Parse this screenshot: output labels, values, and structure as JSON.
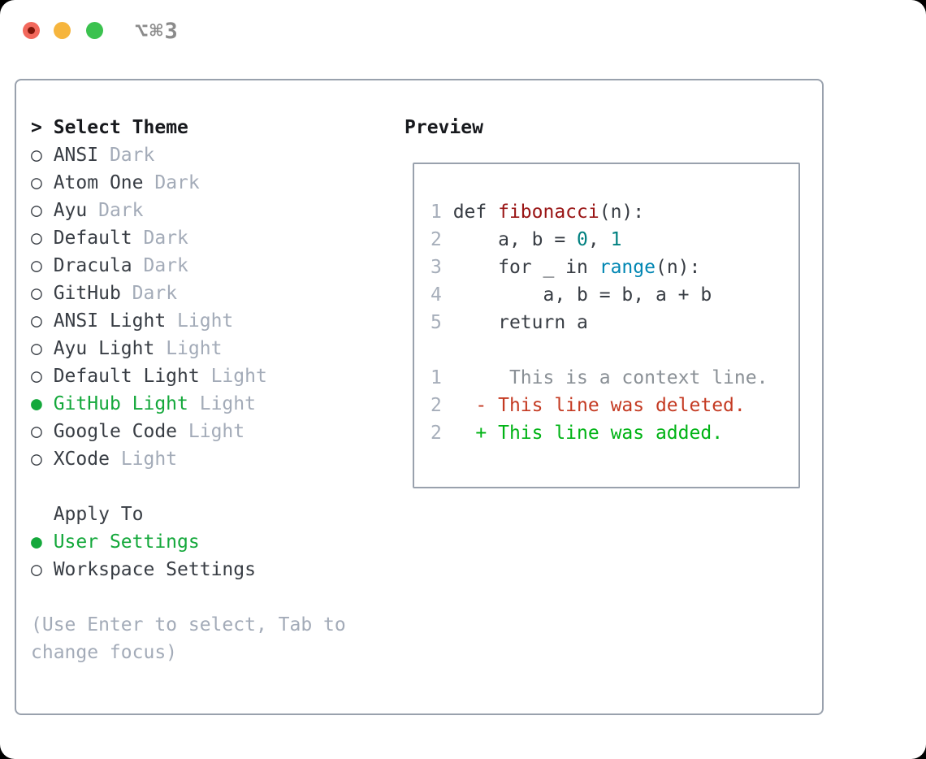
{
  "window": {
    "title": "⌥⌘3",
    "traffic_lights": [
      "close",
      "minimize",
      "zoom"
    ]
  },
  "theme_selector": {
    "heading_prefix": ">",
    "heading": "Select Theme",
    "items": [
      {
        "name": "ANSI",
        "variant": "Dark",
        "selected": false
      },
      {
        "name": "Atom One",
        "variant": "Dark",
        "selected": false
      },
      {
        "name": "Ayu",
        "variant": "Dark",
        "selected": false
      },
      {
        "name": "Default",
        "variant": "Dark",
        "selected": false
      },
      {
        "name": "Dracula",
        "variant": "Dark",
        "selected": false
      },
      {
        "name": "GitHub",
        "variant": "Dark",
        "selected": false
      },
      {
        "name": "ANSI Light",
        "variant": "Light",
        "selected": false
      },
      {
        "name": "Ayu Light",
        "variant": "Light",
        "selected": false
      },
      {
        "name": "Default Light",
        "variant": "Light",
        "selected": false
      },
      {
        "name": "GitHub Light",
        "variant": "Light",
        "selected": true
      },
      {
        "name": "Google Code",
        "variant": "Light",
        "selected": false
      },
      {
        "name": "XCode",
        "variant": "Light",
        "selected": false
      }
    ],
    "radio_unselected_icon": "○",
    "radio_selected_icon": "●"
  },
  "apply_to": {
    "heading": "Apply To",
    "options": [
      {
        "name": "User Settings",
        "selected": true
      },
      {
        "name": "Workspace Settings",
        "selected": false
      }
    ]
  },
  "hint_lines": [
    "(Use Enter to select, Tab to",
    "change focus)"
  ],
  "preview": {
    "heading": "Preview",
    "lines": [
      {
        "num": "1",
        "tokens": [
          [
            "def ",
            "text"
          ],
          [
            "fibonacci",
            "title"
          ],
          [
            "(n):",
            "text"
          ]
        ]
      },
      {
        "num": "2",
        "tokens": [
          [
            "    a, b = ",
            "text"
          ],
          [
            "0",
            "number"
          ],
          [
            ", ",
            "text"
          ],
          [
            "1",
            "number"
          ]
        ]
      },
      {
        "num": "3",
        "tokens": [
          [
            "    for _ in ",
            "text"
          ],
          [
            "range",
            "builtin"
          ],
          [
            "(n):",
            "text"
          ]
        ]
      },
      {
        "num": "4",
        "tokens": [
          [
            "        a, b = b, a + b",
            "text"
          ]
        ]
      },
      {
        "num": "5",
        "tokens": [
          [
            "    return a",
            "text"
          ]
        ]
      },
      {
        "num": "",
        "tokens": []
      },
      {
        "num": "1",
        "tokens": [
          [
            "     This is a context line.",
            "context"
          ]
        ]
      },
      {
        "num": "2",
        "tokens": [
          [
            "  - This line was deleted.",
            "deletion"
          ]
        ]
      },
      {
        "num": "2",
        "tokens": [
          [
            "  + This line was added.",
            "addition"
          ]
        ]
      }
    ]
  },
  "colors": {
    "heading": "#17191d",
    "text": "#383d44",
    "muted": "#a3abb8",
    "border": "#99a1ad",
    "title_gray": "#8b8b8b",
    "selection_green": "#14a83b",
    "syntax_title": "#991414",
    "syntax_number": "#008080",
    "syntax_builtin": "#0086b3",
    "line_number": "#a6aeba",
    "diff_context": "#8a9096",
    "diff_deletion": "#c43a22",
    "diff_addition": "#00b315",
    "traffic_red": "#f2685c",
    "traffic_red_dot": "#7d1408",
    "traffic_yellow": "#f6b53d",
    "traffic_green": "#3bc24f"
  }
}
